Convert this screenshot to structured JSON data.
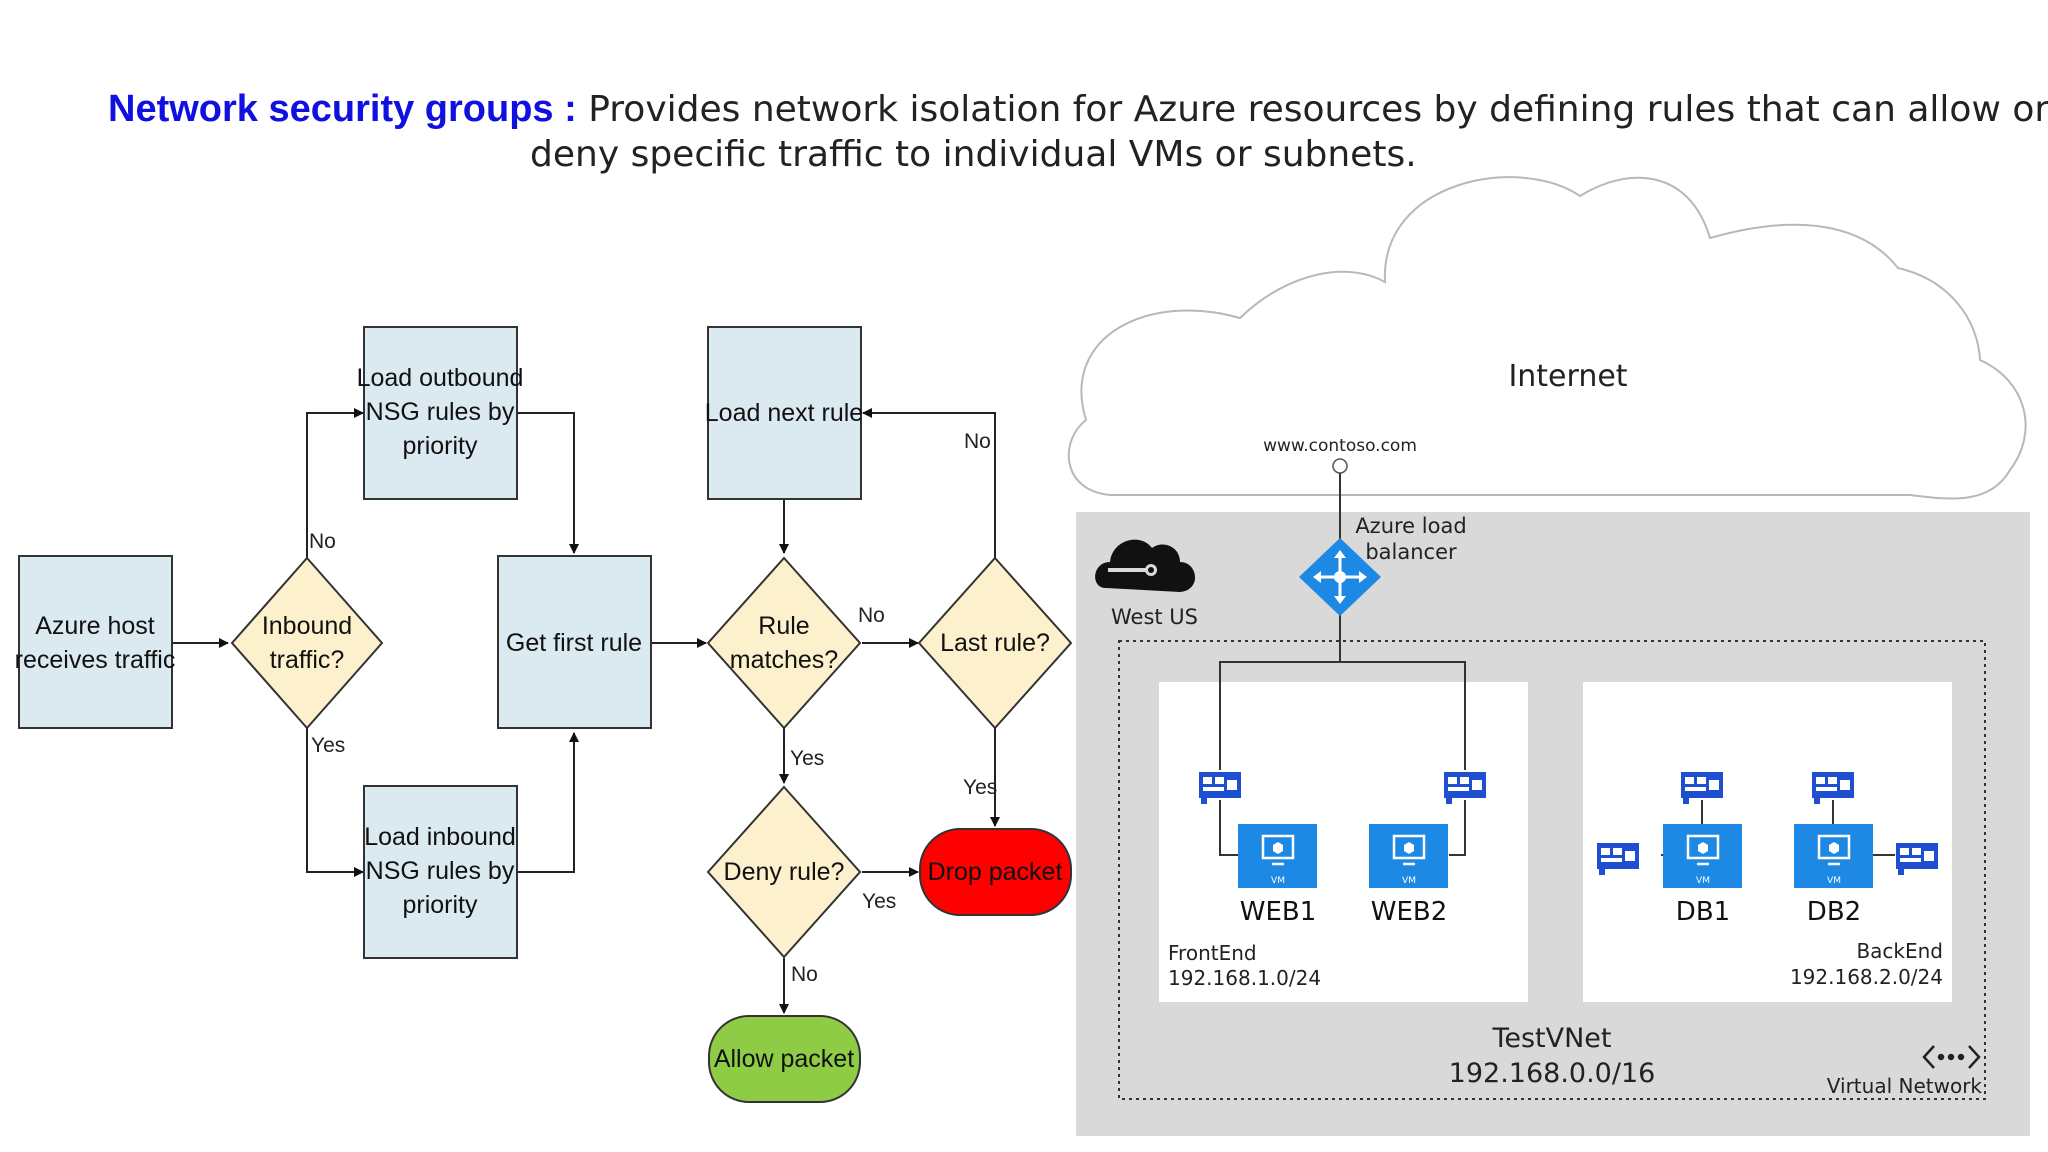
{
  "heading": {
    "term": "Network security groups :",
    "line1": "Provides network isolation for Azure resources by defining rules that can allow or",
    "line2": "deny specific traffic to individual VMs or subnets."
  },
  "flowchart": {
    "azure_host": [
      "Azure host",
      "receives traffic"
    ],
    "inbound": [
      "Inbound",
      "traffic?"
    ],
    "load_outbound": [
      "Load outbound",
      "NSG rules by",
      "priority"
    ],
    "load_inbound": [
      "Load inbound",
      "NSG rules by",
      "priority"
    ],
    "get_first_rule": "Get first rule",
    "load_next_rule": "Load next rule",
    "rule_matches": [
      "Rule",
      "matches?"
    ],
    "last_rule": "Last rule?",
    "deny_rule": "Deny rule?",
    "drop_packet": "Drop packet",
    "allow_packet": "Allow packet",
    "labels": {
      "no": "No",
      "yes": "Yes"
    }
  },
  "network": {
    "internet": "Internet",
    "domain": "www.contoso.com",
    "region": "West US",
    "load_balancer": [
      "Azure load",
      "balancer"
    ],
    "vm_badge": "VM",
    "web1": "WEB1",
    "web2": "WEB2",
    "db1": "DB1",
    "db2": "DB2",
    "frontend": {
      "name": "FrontEnd",
      "cidr": "192.168.1.0/24"
    },
    "backend": {
      "name": "BackEnd",
      "cidr": "192.168.2.0/24"
    },
    "vnet": {
      "name": "TestVNet",
      "cidr": "192.168.0.0/16"
    },
    "vnet_type": "Virtual Network"
  },
  "colors": {
    "process_fill": "#dbe9f1",
    "decision_fill": "#fdf0cc",
    "drop_fill": "#ff0000",
    "allow_fill": "#8fcc45",
    "azure_blue": "#1e88e5",
    "nic_blue": "#1f4fd1",
    "region_bg": "#d9d9d9"
  }
}
